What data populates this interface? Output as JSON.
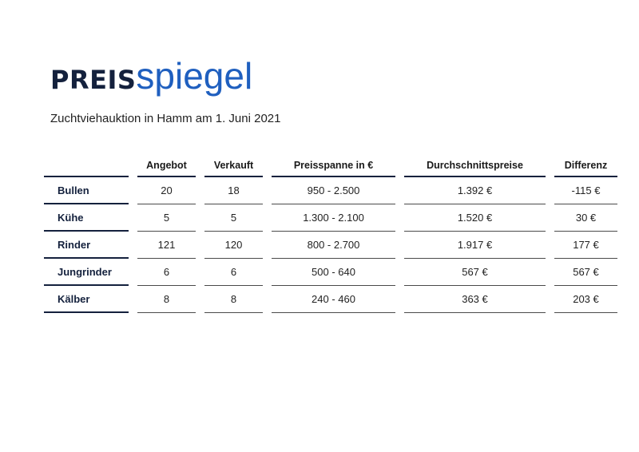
{
  "header": {
    "logo_bold": "PREIS",
    "logo_light": "spiegel",
    "subtitle": "Zuchtviehauktion in Hamm am 1. Juni 2021"
  },
  "table": {
    "columns": [
      "",
      "Angebot",
      "Verkauft",
      "Preisspanne in €",
      "Durchschnittspreise",
      "Differenz"
    ],
    "rows": [
      {
        "label": "Bullen",
        "angebot": "20",
        "verkauft": "18",
        "preisspanne": "950 - 2.500",
        "durchschnitt": "1.392 €",
        "differenz": "-115 €"
      },
      {
        "label": "Kühe",
        "angebot": "5",
        "verkauft": "5",
        "preisspanne": "1.300 - 2.100",
        "durchschnitt": "1.520 €",
        "differenz": "30 €"
      },
      {
        "label": "Rinder",
        "angebot": "121",
        "verkauft": "120",
        "preisspanne": "800 - 2.700",
        "durchschnitt": "1.917 €",
        "differenz": "177 €"
      },
      {
        "label": "Jungrinder",
        "angebot": "6",
        "verkauft": "6",
        "preisspanne": "500 - 640",
        "durchschnitt": "567 €",
        "differenz": "567 €"
      },
      {
        "label": "Kälber",
        "angebot": "8",
        "verkauft": "8",
        "preisspanne": "240 - 460",
        "durchschnitt": "363 €",
        "differenz": "203 €"
      }
    ]
  },
  "colors": {
    "navy": "#14213d",
    "blue": "#1f5fbf"
  }
}
